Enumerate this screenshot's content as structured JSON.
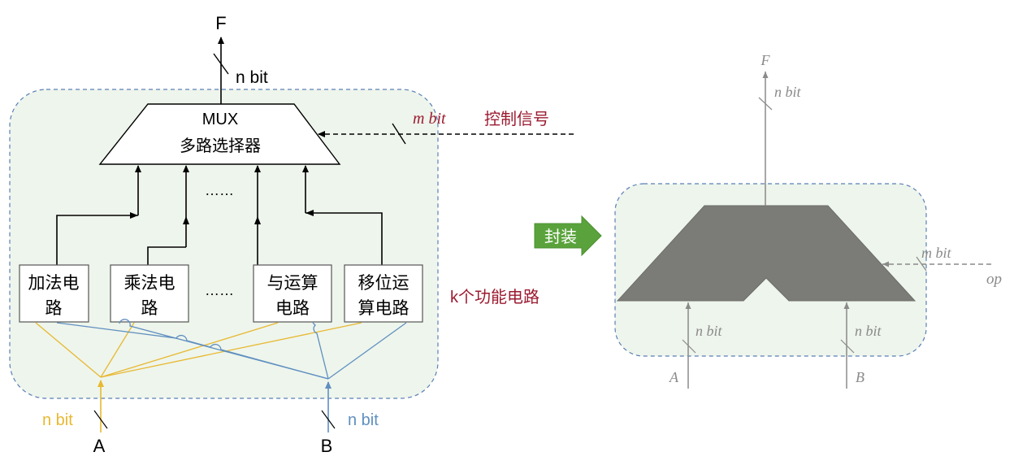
{
  "left": {
    "output_label": "F",
    "output_width": "n bit",
    "mux_title": "MUX",
    "mux_subtitle": "多路选择器",
    "control_width": "m bit",
    "control_label": "控制信号",
    "ellipsis_top": "……",
    "ellipsis_mid": "……",
    "func_boxes": [
      {
        "line1": "加法电",
        "line2": "路"
      },
      {
        "line1": "乘法电",
        "line2": "路"
      },
      {
        "line1": "与运算",
        "line2": "电路"
      },
      {
        "line1": "移位运",
        "line2": "算电路"
      }
    ],
    "k_label": "k个功能电路",
    "input_a_width": "n bit",
    "input_b_width": "n bit",
    "input_a": "A",
    "input_b": "B"
  },
  "middle": {
    "encap_label": "封装"
  },
  "right": {
    "output_label": "F",
    "output_width": "n bit",
    "control_width": "m bit",
    "control_label": "op",
    "input_a_width": "n bit",
    "input_b_width": "n bit",
    "input_a": "A",
    "input_b": "B"
  },
  "colors": {
    "panel_fill": "#eef5ec",
    "panel_border": "#5a7fb5",
    "yellow_lines": "#e8b830",
    "blue_lines": "#5f8fc0",
    "dark_red": "#9b1b30",
    "encap_green": "#5aa33c",
    "alu_gray": "#7b7c78",
    "right_gray": "#8a8a8a"
  }
}
